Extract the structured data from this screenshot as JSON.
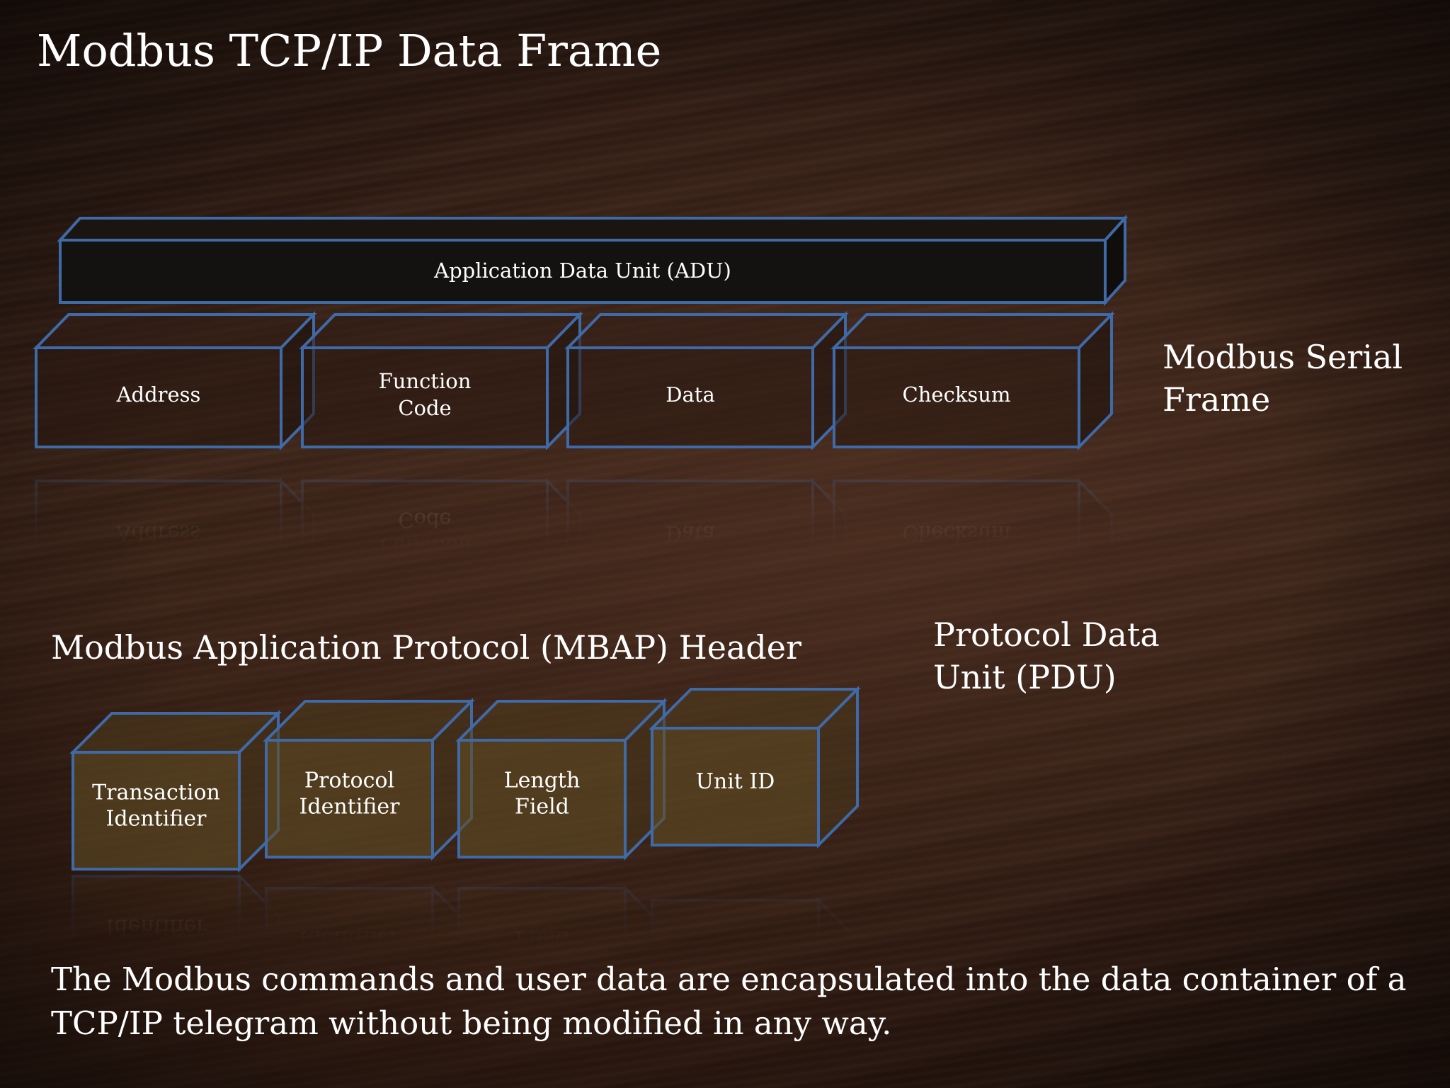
{
  "title": "Modbus TCP/IP Data Frame",
  "adu": {
    "label": "Application Data Unit (ADU)"
  },
  "serial_frame": {
    "label": "Modbus Serial Frame",
    "boxes": [
      {
        "lines": [
          "Address"
        ]
      },
      {
        "lines": [
          "Function",
          "Code"
        ]
      },
      {
        "lines": [
          "Data"
        ]
      },
      {
        "lines": [
          "Checksum"
        ]
      }
    ]
  },
  "mbap": {
    "label": "Modbus Application Protocol (MBAP) Header",
    "boxes": [
      {
        "lines": [
          "Transaction",
          "Identifier"
        ]
      },
      {
        "lines": [
          "Protocol",
          "Identifier"
        ]
      },
      {
        "lines": [
          "Length",
          "Field"
        ]
      },
      {
        "lines": [
          "Unit ID"
        ]
      }
    ]
  },
  "pdu": {
    "label": "Protocol Data Unit (PDU)"
  },
  "caption": "The Modbus commands and user data are encapsulated into the data container of a TCP/IP telegram without being modified in any way.",
  "colors": {
    "edge": "#3f6aa8",
    "adu_front": "#141211",
    "serial_front": "rgba(40,24,17,0.55)",
    "mbap_front": "rgba(96,76,36,0.62)",
    "mbap_top": "rgba(78,60,30,0.55)",
    "text": "#ffffff"
  }
}
